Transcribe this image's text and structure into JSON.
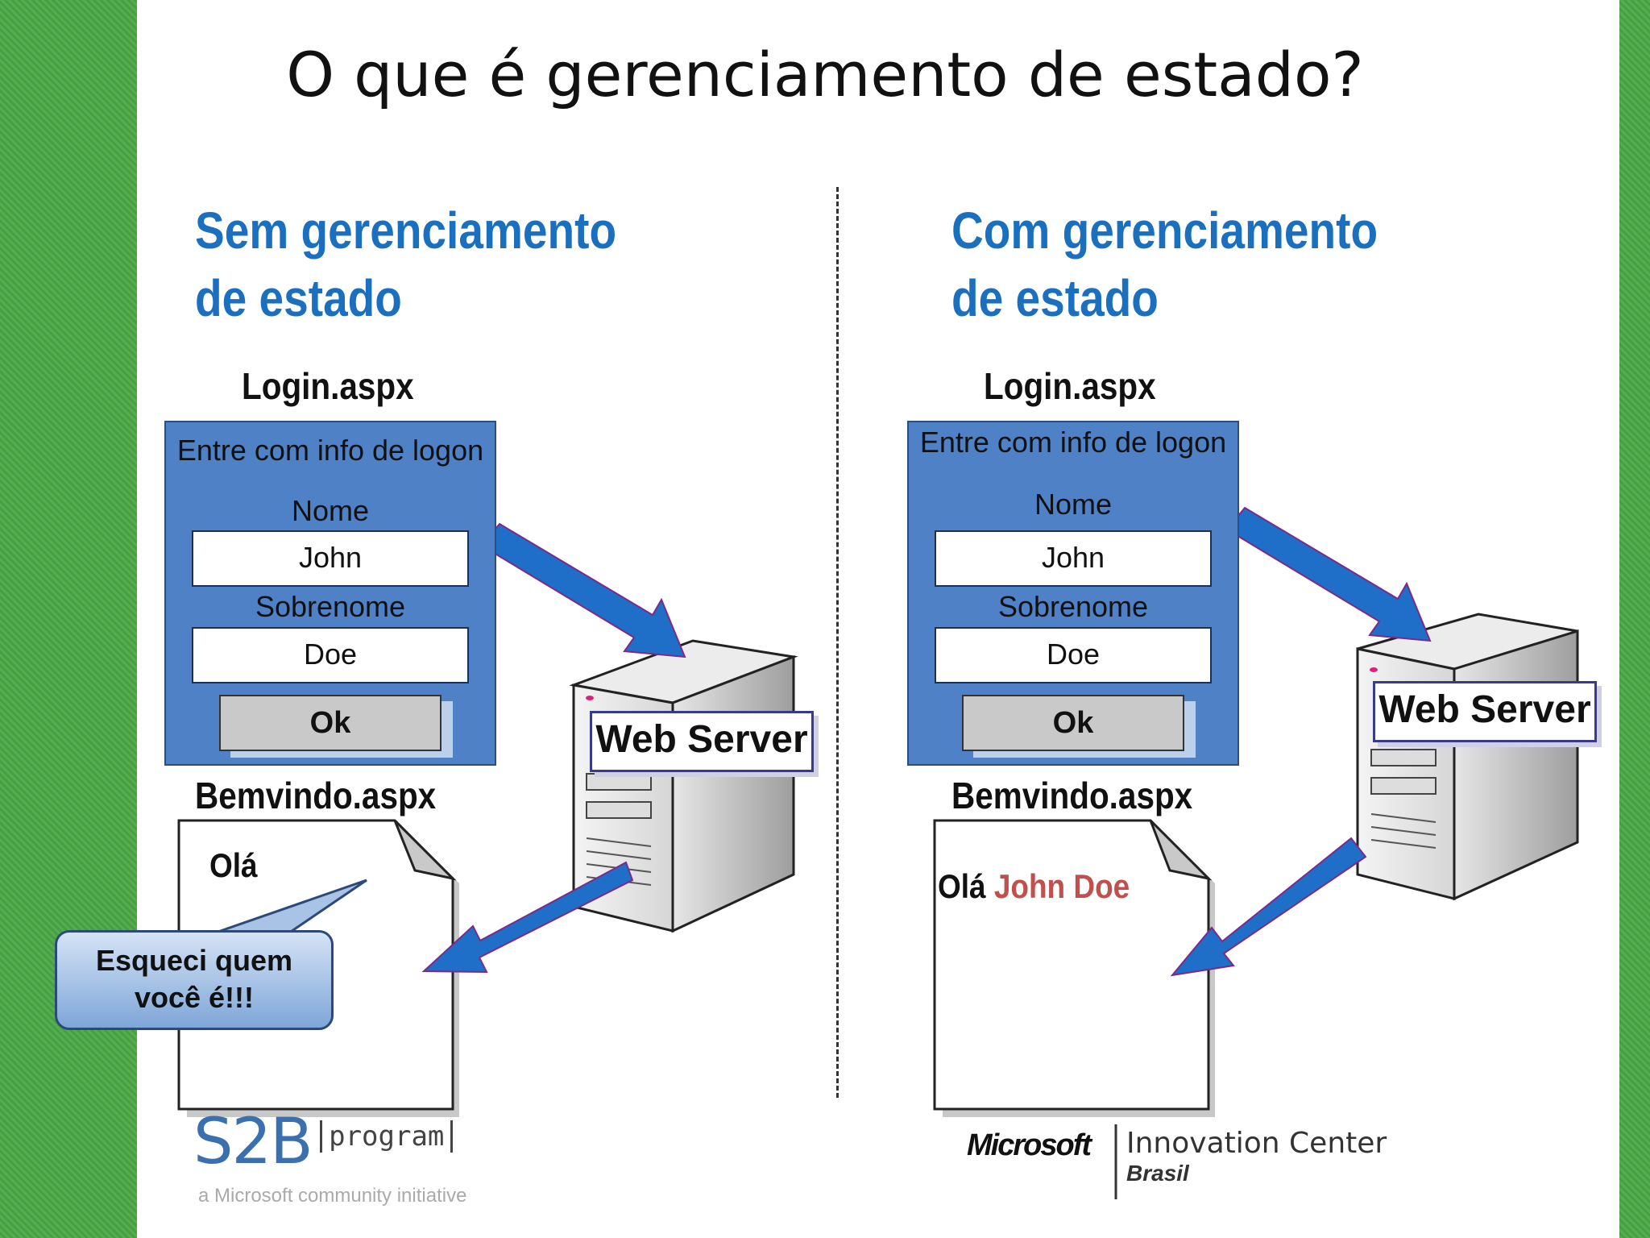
{
  "slide": {
    "title": "O que é gerenciamento de estado?",
    "left": {
      "heading_line1": "Sem gerenciamento",
      "heading_line2": "de estado",
      "login_page": "Login.aspx",
      "form_header": "Entre com info de logon",
      "name_label": "Nome",
      "name_value": "John",
      "surname_label": "Sobrenome",
      "surname_value": "Doe",
      "ok_label": "Ok",
      "welcome_page": "Bemvindo.aspx",
      "greeting": "Olá",
      "bubble_line1": "Esqueci quem",
      "bubble_line2": "você é!!!",
      "server_label": "Web Server"
    },
    "right": {
      "heading_line1": "Com gerenciamento",
      "heading_line2": "de estado",
      "login_page": "Login.aspx",
      "form_header": "Entre com info de logon",
      "name_label": "Nome",
      "name_value": "John",
      "surname_label": "Sobrenome",
      "surname_value": "Doe",
      "ok_label": "Ok",
      "welcome_page": "Bemvindo.aspx",
      "greeting": "Olá",
      "greeting_name": "John Doe",
      "server_label": "Web Server"
    },
    "footer": {
      "s2b_logo": "S2B",
      "s2b_program": "program",
      "s2b_tagline": "a Microsoft community initiative",
      "ms_logo": "Microsoft",
      "ms_center": "Innovation Center",
      "ms_country": "Brasil"
    },
    "colors": {
      "heading": "#1a6fbf",
      "form": "#4f81c7",
      "arrow": "#1f6fc8",
      "name_highlight": "#c0504d",
      "background": "#3f9a3f"
    }
  }
}
